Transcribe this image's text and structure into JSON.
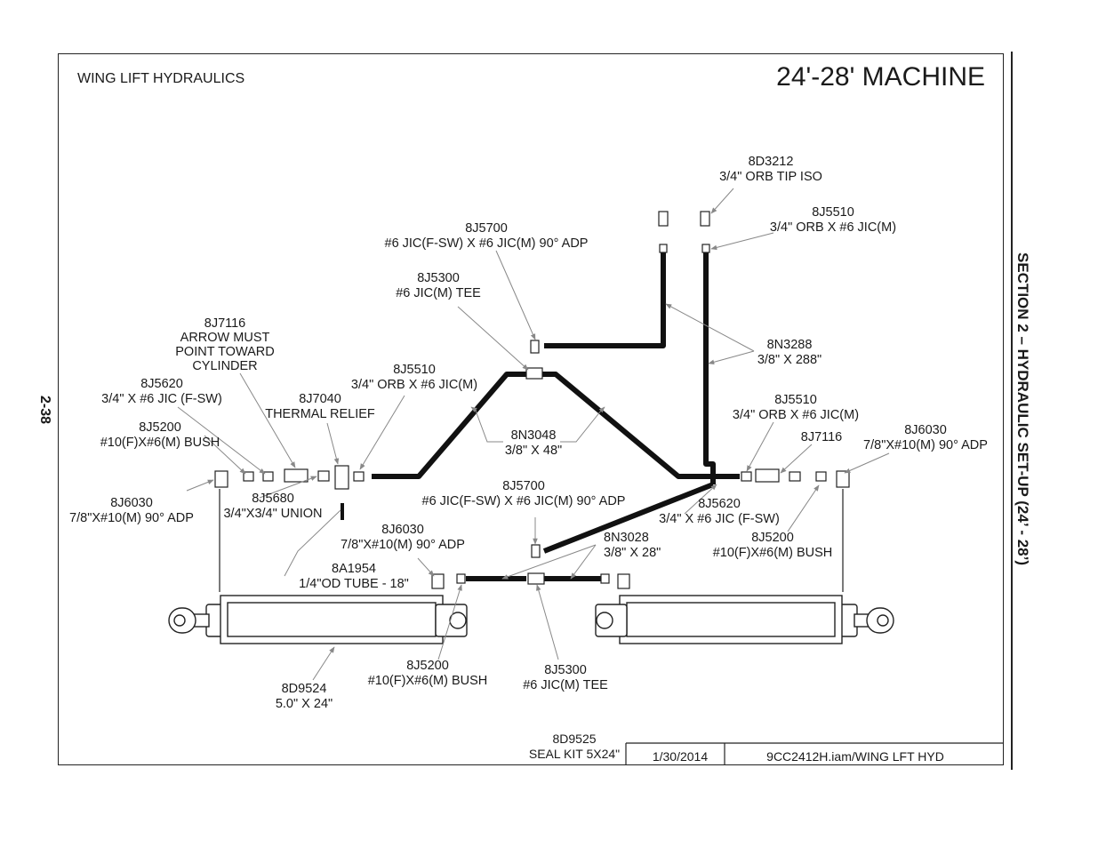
{
  "header": {
    "doc_title": "WING LIFT HYDRAULICS",
    "machine": "24'-28' MACHINE"
  },
  "page_number": "2-38",
  "section_title": "SECTION 2 – HYDRAULIC SET-UP (24’ - 28’)",
  "title_block": {
    "seal_kit_part": "8D9525",
    "seal_kit_desc": "SEAL KIT 5X24\"",
    "date": "1/30/2014",
    "file": "9CC2412H.iam/WING LFT HYD"
  },
  "labels": {
    "tip_iso": [
      "8D3212",
      "3/4\" ORB TIP ISO"
    ],
    "orb_top": [
      "8J5510",
      "3/4\" ORB X #6 JIC(M)"
    ],
    "adp90_top": [
      "8J5700",
      "#6 JIC(F-SW) X #6 JIC(M) 90° ADP"
    ],
    "tee_top": [
      "8J5300",
      "#6 JIC(M) TEE"
    ],
    "hose_288": [
      "8N3288",
      "3/8\" X 288\""
    ],
    "arrow_note": [
      "8J7116",
      "ARROW MUST",
      "POINT TOWARD",
      "CYLINDER"
    ],
    "orb_left": [
      "8J5510",
      "3/4\" ORB X #6 JIC(M)"
    ],
    "jicfsw_left": [
      "8J5620",
      "3/4\" X #6 JIC (F-SW)"
    ],
    "thermal": [
      "8J7040",
      "THERMAL RELIEF"
    ],
    "bush_left": [
      "8J5200",
      "#10(F)X#6(M) BUSH"
    ],
    "hose_48": [
      "8N3048",
      "3/8\" X 48\""
    ],
    "orb_right": [
      "8J5510",
      "3/4\" ORB X #6 JIC(M)"
    ],
    "check_right": [
      "8J7116"
    ],
    "adp90_far_right": [
      "8J6030",
      "7/8\"X#10(M) 90° ADP"
    ],
    "union": [
      "8J5680",
      "3/4\"X3/4\" UNION"
    ],
    "adp90_far_left": [
      "8J6030",
      "7/8\"X#10(M) 90° ADP"
    ],
    "adp90_mid": [
      "8J5700",
      "#6 JIC(F-SW) X #6 JIC(M) 90° ADP"
    ],
    "jicfsw_right": [
      "8J5620",
      "3/4\" X #6 JIC (F-SW)"
    ],
    "adp90_lower": [
      "8J6030",
      "7/8\"X#10(M) 90° ADP"
    ],
    "hose_28": [
      "8N3028",
      "3/8\" X 28\""
    ],
    "bush_right": [
      "8J5200",
      "#10(F)X#6(M) BUSH"
    ],
    "tube_18": [
      "8A1954",
      "1/4\"OD TUBE - 18\""
    ],
    "bush_bottom": [
      "8J5200",
      "#10(F)X#6(M) BUSH"
    ],
    "tee_bottom": [
      "8J5300",
      "#6 JIC(M) TEE"
    ],
    "cylinder": [
      "8D9524",
      "5.0\" X 24\""
    ]
  }
}
